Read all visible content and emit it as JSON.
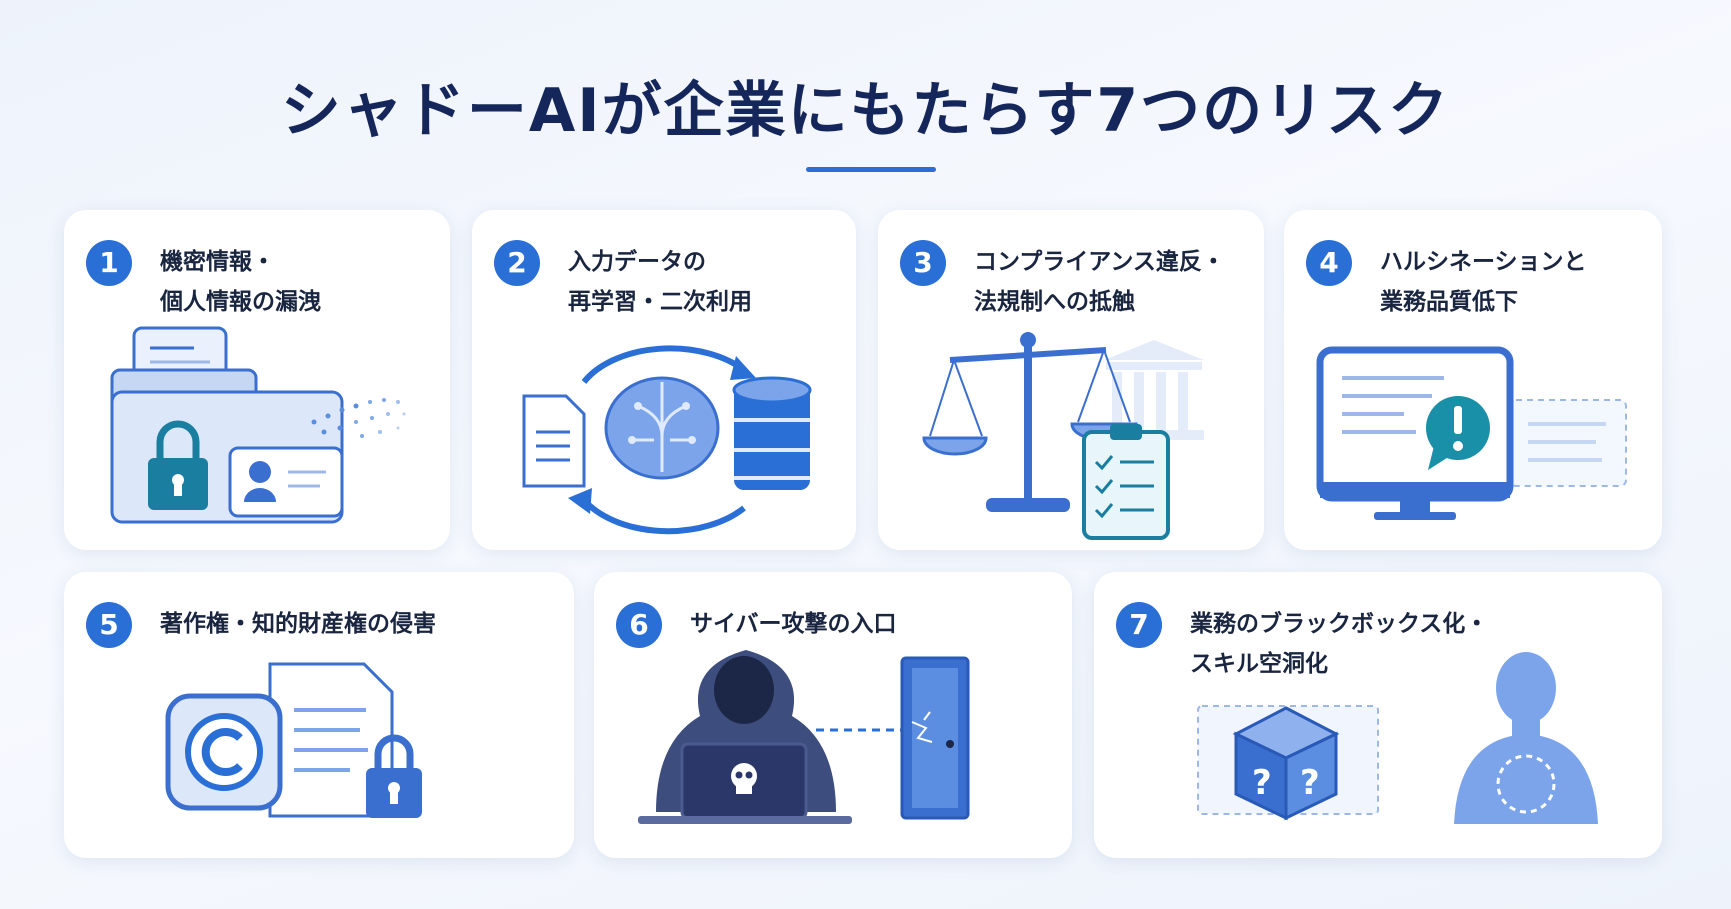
{
  "title": "シャドーAIが企業にもたらす7つのリスク",
  "colors": {
    "accent": "#2a6fd6",
    "title": "#15275a",
    "card": "#ffffff",
    "teal": "#1a7ea0"
  },
  "risks": [
    {
      "number": "1",
      "line1": "機密情報・",
      "line2": "個人情報の漏洩",
      "icon": "confidential-data-leak-icon"
    },
    {
      "number": "2",
      "line1": "入力データの",
      "line2": "再学習・二次利用",
      "icon": "ai-retraining-icon"
    },
    {
      "number": "3",
      "line1": "コンプライアンス違反・",
      "line2": "法規制への抵触",
      "icon": "compliance-scale-icon"
    },
    {
      "number": "4",
      "line1": "ハルシネーションと",
      "line2": "業務品質低下",
      "icon": "hallucination-monitor-icon"
    },
    {
      "number": "5",
      "line1": "著作権・知的財産権の侵害",
      "line2": "",
      "icon": "copyright-icon"
    },
    {
      "number": "6",
      "line1": "サイバー攻撃の入口",
      "line2": "",
      "icon": "hacker-icon"
    },
    {
      "number": "7",
      "line1": "業務のブラックボックス化・",
      "line2": "スキル空洞化",
      "icon": "black-box-icon"
    }
  ]
}
